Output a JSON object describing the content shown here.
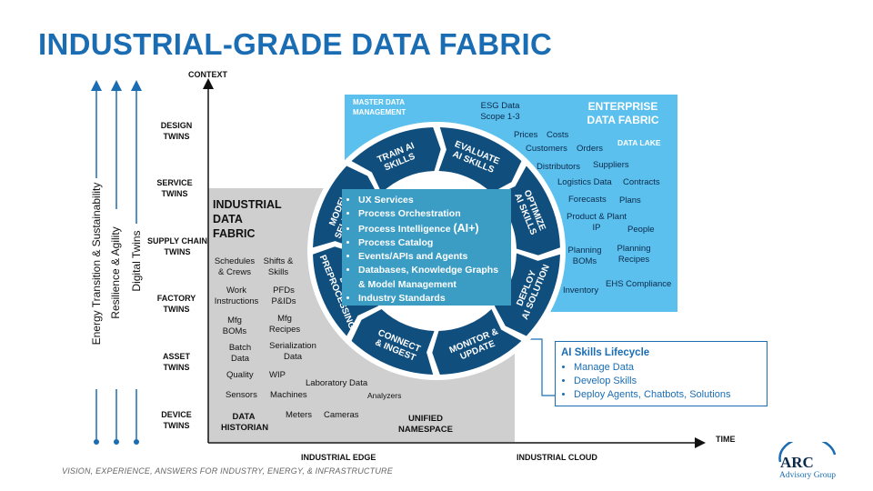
{
  "title": "INDUSTRIAL-GRADE DATA FABRIC",
  "axes": {
    "y_label": "CONTEXT",
    "x_label": "TIME"
  },
  "twins": [
    "DESIGN TWINS",
    "SERVICE TWINS",
    "SUPPLY CHAIN TWINS",
    "FACTORY TWINS",
    "ASSET TWINS",
    "DEVICE TWINS"
  ],
  "left_arrows": [
    "Energy Transition & Sustainability",
    "Resilience & Agility",
    "Digital Twins"
  ],
  "industrial_fabric": {
    "title_lines": [
      "INDUSTRIAL",
      "DATA",
      "FABRIC"
    ],
    "items": [
      "Schedules & Crews",
      "Shifts & Skills",
      "Work Instructions",
      "PFDs P&IDs",
      "Mfg BOMs",
      "Mfg Recipes",
      "Batch Data",
      "Serialization Data",
      "Quality",
      "WIP",
      "Laboratory Data",
      "Sensors",
      "Machines",
      "Analyzers",
      "Meters",
      "Cameras"
    ],
    "historian": "DATA HISTORIAN",
    "namespace": "UNIFIED NAMESPACE"
  },
  "enterprise_fabric": {
    "title_lines": [
      "ENTERPRISE",
      "DATA FABRIC"
    ],
    "master_data": "MASTER DATA MANAGEMENT",
    "data_lake": "DATA LAKE",
    "items": [
      "ESG Data Scope 1-3",
      "Prices",
      "Costs",
      "Customers",
      "Orders",
      "Distributors",
      "Suppliers",
      "Logistics Data",
      "Contracts",
      "Forecasts",
      "Plans",
      "Product & Plant IP",
      "People",
      "Planning BOMs",
      "Planning Recipes",
      "Inventory",
      "EHS Compliance"
    ]
  },
  "ring_segments": [
    "TRAIN AI SKILLS",
    "EVALUATE AI SKILLS",
    "OPTIMIZE AI SKILLS",
    "DEPLOY AI SOLUTION",
    "MONITOR & UPDATE",
    "CONNECT & INGEST",
    "DATA PREPROCESSING",
    "MODEL SELECTION"
  ],
  "core_services": [
    "UX Services",
    "Process Orchestration",
    "Process Intelligence",
    "(AI+)",
    "Process Catalog",
    "Events/APIs and Agents",
    "Databases, Knowledge Graphs",
    "& Model Management",
    "Industry Standards"
  ],
  "lifecycle": {
    "title": "AI Skills Lifecycle",
    "items": [
      "Manage Data",
      "Develop Skills",
      "Deploy Agents, Chatbots, Solutions"
    ]
  },
  "bottom_labels": {
    "edge": "INDUSTRIAL EDGE",
    "cloud": "INDUSTRIAL CLOUD"
  },
  "footer": "VISION, EXPERIENCE, ANSWERS FOR INDUSTRY, ENERGY, & INFRASTRUCTURE",
  "logo": {
    "main": "ARC",
    "sub": "Advisory Group"
  },
  "colors": {
    "title_blue": "#1a6db3",
    "enterprise_bg": "#5bc0ee",
    "industrial_bg": "#cfcfcf",
    "ring_navy": "#104e7d",
    "core_teal": "#3b9cc4"
  }
}
